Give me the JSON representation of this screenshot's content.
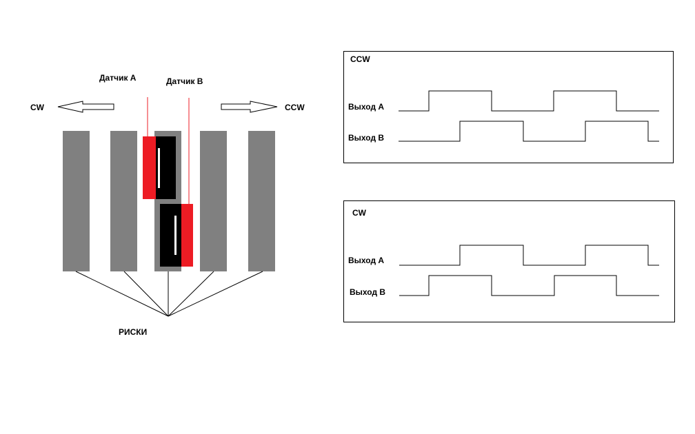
{
  "labels": {
    "sensor_a": "Датчик А",
    "sensor_b": "Датчик В",
    "cw_left": "CW",
    "ccw_right": "CCW",
    "marks": "РИСКИ"
  },
  "panels": {
    "ccw": {
      "title": "CCW",
      "output_a": "Выход  А",
      "output_b": "Выход В"
    },
    "cw": {
      "title": "CW",
      "output_a": "Выход  А",
      "output_b": "Выход В"
    }
  },
  "colors": {
    "bar": "#808080",
    "sensor_red": "#ed1c24",
    "sensor_black": "#000000",
    "sensor_slot": "#ffffff",
    "line": "#000000",
    "sensor_lead": "#ed1c24"
  },
  "waveforms": {
    "ccw_output_a": [
      0,
      1,
      0,
      1,
      0
    ],
    "ccw_output_b": [
      0,
      1,
      0,
      1,
      0
    ],
    "cw_output_a": [
      0,
      1,
      0,
      1,
      0
    ],
    "cw_output_b": [
      0,
      1,
      0,
      1,
      0
    ]
  }
}
